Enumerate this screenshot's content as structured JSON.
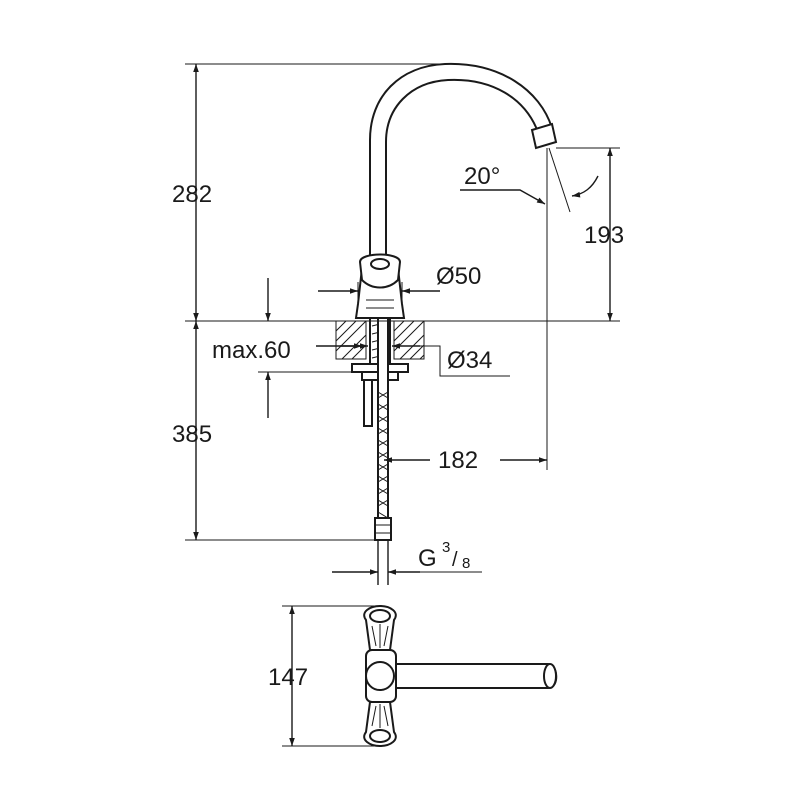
{
  "dimensions": {
    "height_above_deck": "282",
    "spout_outlet_height": "193",
    "spout_angle": "20°",
    "base_diameter": "Ø50",
    "max_deck_thickness": "max.60",
    "hole_diameter": "Ø34",
    "height_below_deck": "385",
    "spout_reach": "182",
    "connection_thread_prefix": "G",
    "connection_thread_num": "3",
    "connection_thread_den": "8",
    "top_view_width": "147"
  }
}
